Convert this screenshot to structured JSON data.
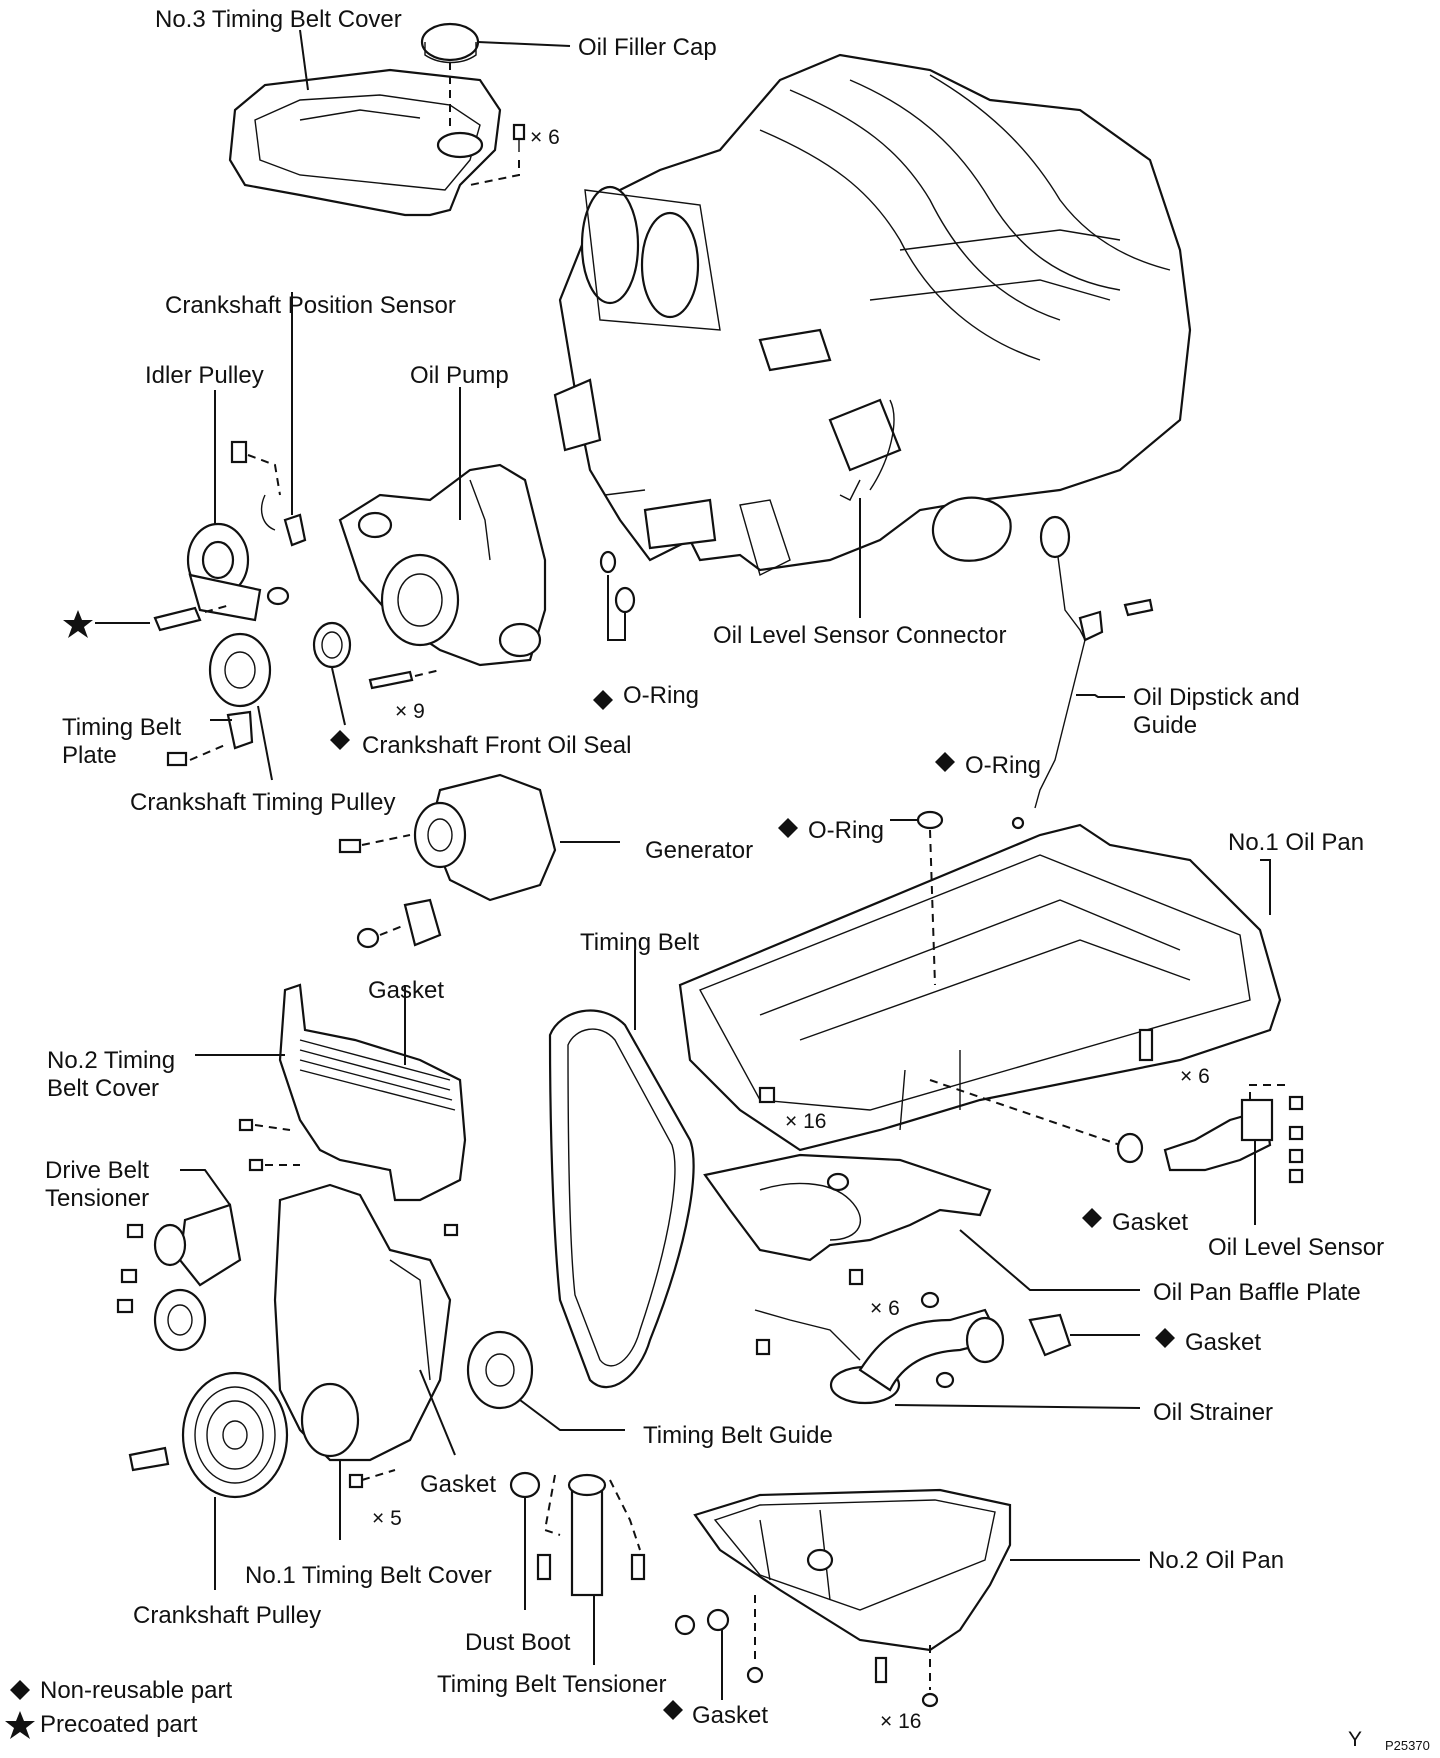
{
  "labels": {
    "no3_timing_belt_cover": "No.3 Timing Belt Cover",
    "oil_filler_cap": "Oil Filler Cap",
    "x6_top": "× 6",
    "crankshaft_position_sensor": "Crankshaft Position Sensor",
    "idler_pulley": "Idler Pulley",
    "oil_pump": "Oil Pump",
    "x9": "× 9",
    "crankshaft_front_oil_seal": "Crankshaft Front Oil Seal",
    "o_ring_left": "O-Ring",
    "oil_level_sensor_connector": "Oil Level Sensor Connector",
    "oil_dipstick_and_guide_1": "Oil Dipstick and",
    "oil_dipstick_and_guide_2": "Guide",
    "timing_belt_plate_1": "Timing Belt",
    "timing_belt_plate_2": "Plate",
    "crankshaft_timing_pulley": "Crankshaft Timing Pulley",
    "o_ring_dipstick": "O-Ring",
    "o_ring_pan": "O-Ring",
    "generator": "Generator",
    "no1_oil_pan": "No.1 Oil Pan",
    "timing_belt": "Timing Belt",
    "gasket_cover": "Gasket",
    "no2_timing_belt_cover_1": "No.2 Timing",
    "no2_timing_belt_cover_2": "Belt Cover",
    "x6_pan": "× 6",
    "x16_pan": "× 16",
    "drive_belt_tensioner_1": "Drive Belt",
    "drive_belt_tensioner_2": "Tensioner",
    "gasket_sensor": "Gasket",
    "oil_level_sensor": "Oil Level Sensor",
    "x6_baffle": "× 6",
    "oil_pan_baffle_plate": "Oil Pan Baffle Plate",
    "gasket_strainer": "Gasket",
    "oil_strainer": "Oil Strainer",
    "timing_belt_guide": "Timing Belt Guide",
    "gasket_no1_cover": "Gasket",
    "x5": "× 5",
    "no2_oil_pan": "No.2 Oil Pan",
    "no1_timing_belt_cover": "No.1 Timing Belt Cover",
    "crankshaft_pulley": "Crankshaft Pulley",
    "dust_boot": "Dust Boot",
    "timing_belt_tensioner": "Timing Belt Tensioner",
    "gasket_bottom": "Gasket",
    "x16_bottom": "× 16",
    "y_mark": "Y",
    "figure_code": "P25370"
  },
  "legend": {
    "non_reusable": "Non-reusable part",
    "precoated": "Precoated part"
  },
  "symbols": {
    "non_reusable_color": "#111111",
    "precoated_color": "#111111"
  }
}
